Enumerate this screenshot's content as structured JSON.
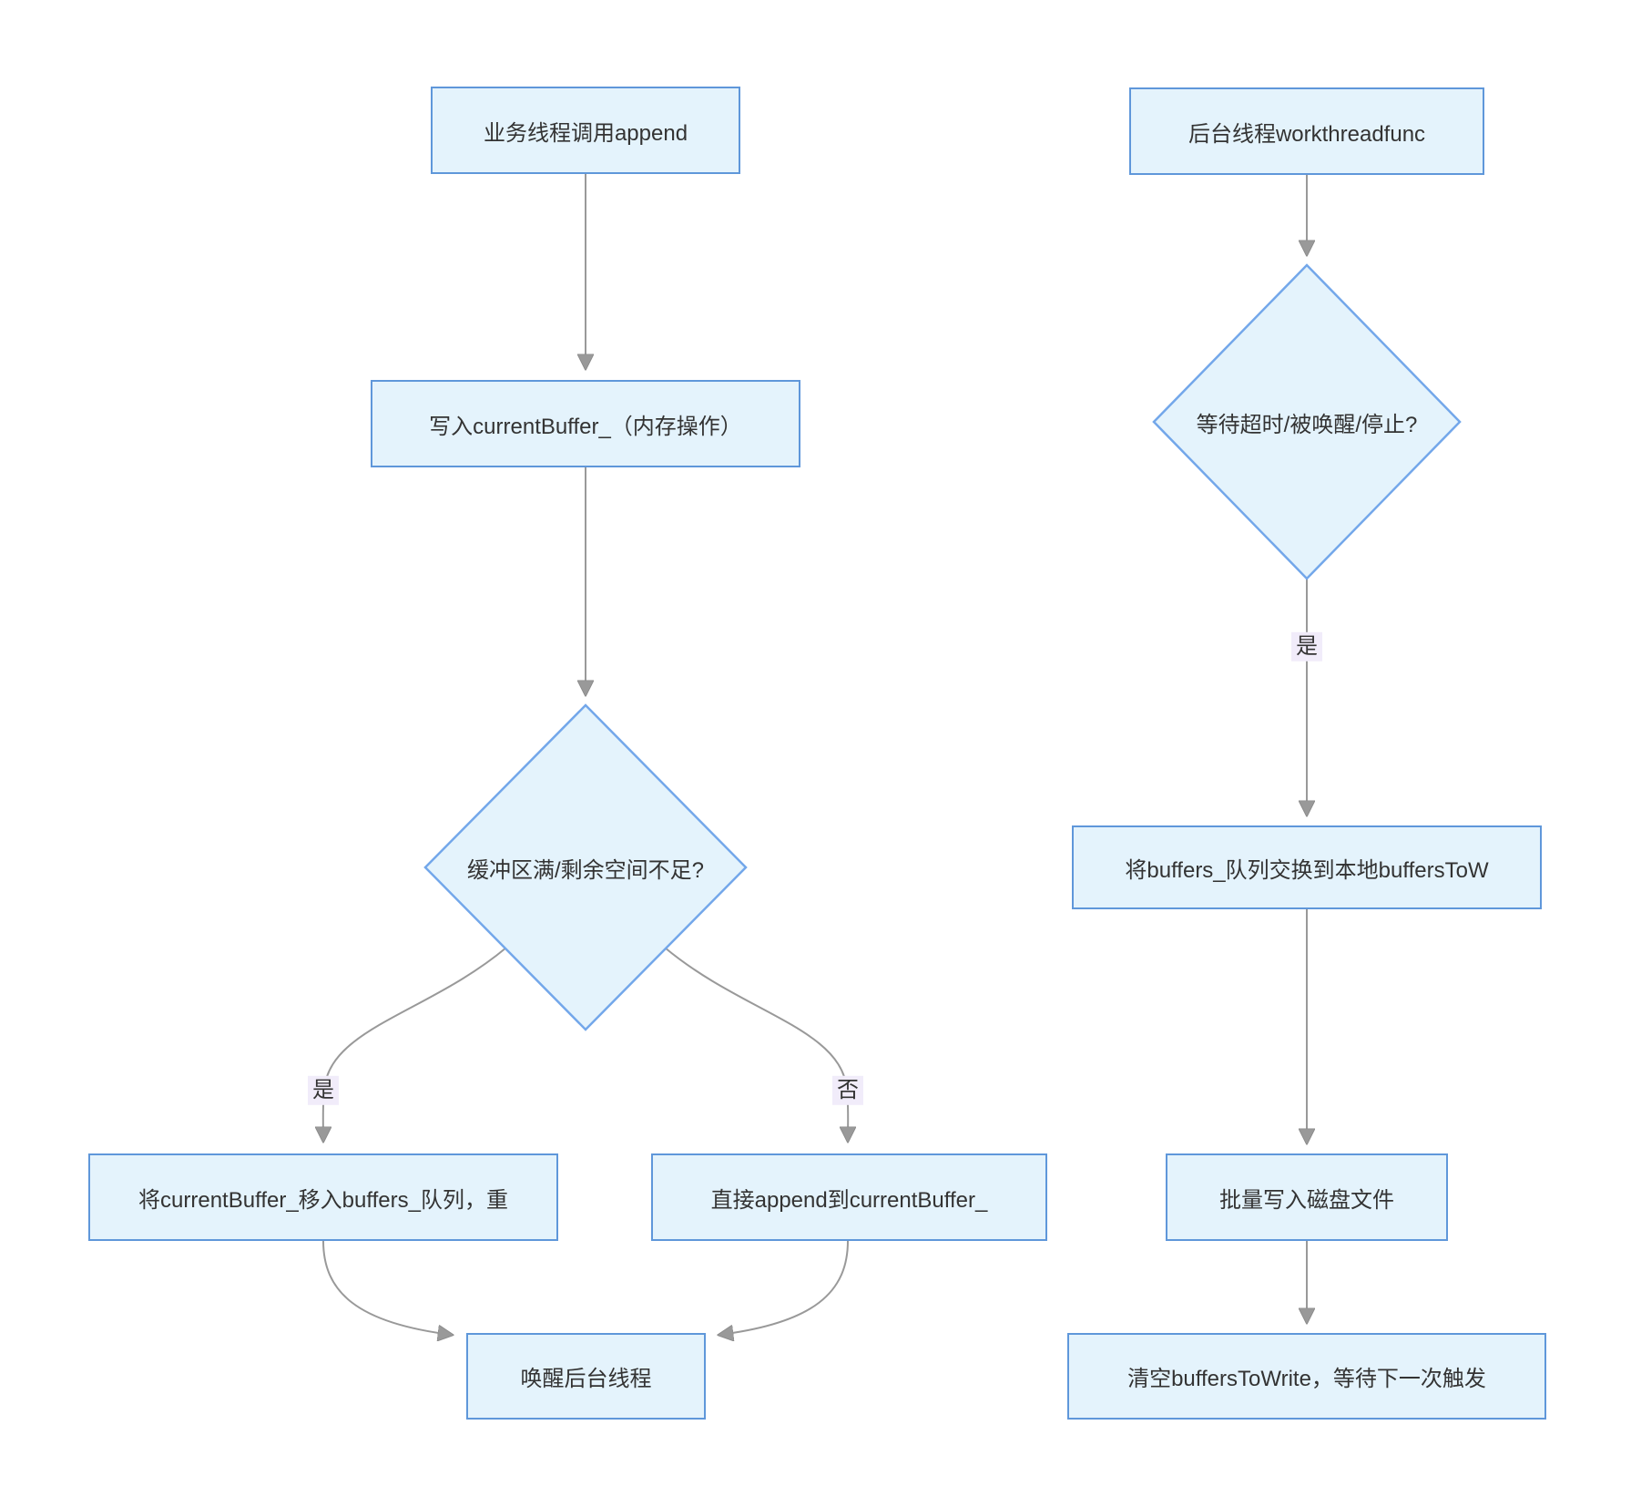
{
  "flowchart": {
    "producer": {
      "start": "业务线程调用append",
      "write_current_buffer": "写入currentBuffer_（内存操作）",
      "buffer_full_decision": "缓冲区满/剩余空间不足?",
      "yes_label": "是",
      "no_label": "否",
      "move_to_queue": "将currentBuffer_移入buffers_队列，重",
      "direct_append": "直接append到currentBuffer_",
      "wake_backend": "唤醒后台线程"
    },
    "consumer": {
      "start": "后台线程workthreadfunc",
      "wait_decision": "等待超时/被唤醒/停止?",
      "yes_label": "是",
      "swap_queue": "将buffers_队列交换到本地buffersToW",
      "batch_write": "批量写入磁盘文件",
      "clear_and_wait": "清空buffersToWrite，等待下一次触发"
    },
    "colors": {
      "node_fill": "#e4f3fc",
      "node_border": "#5f97da",
      "edge_stroke": "#999999",
      "arrowhead": "#999999",
      "edge_label_bg": "#f1ecfa",
      "text": "#333333",
      "background": "#ffffff"
    }
  }
}
